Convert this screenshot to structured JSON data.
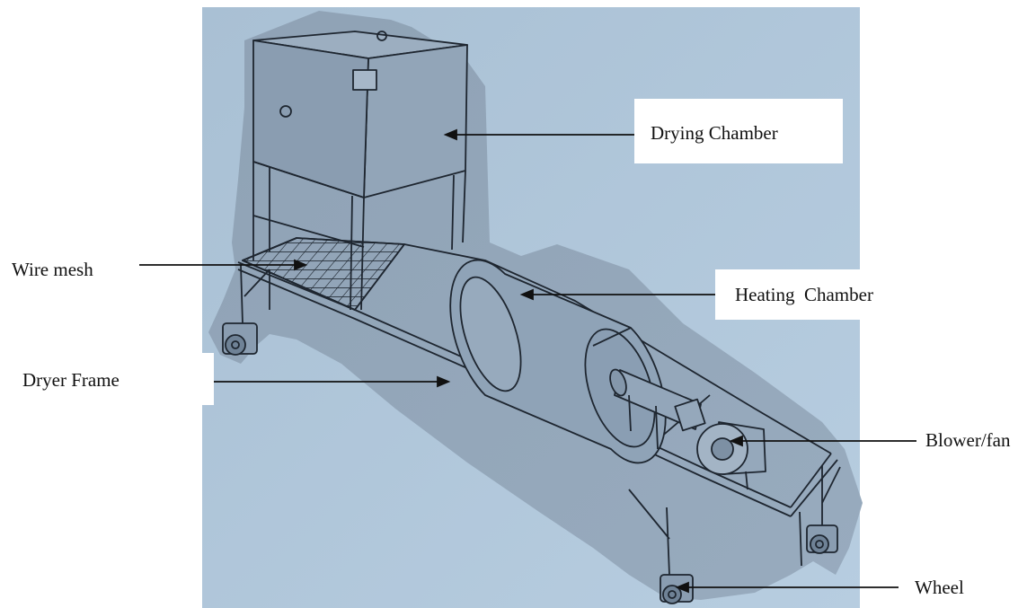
{
  "diagram": {
    "labels": {
      "drying_chamber": "Drying Chamber",
      "wire_mesh": "Wire mesh",
      "heating_chamber": "Heating  Chamber",
      "dryer_frame": "Dryer Frame",
      "blower_fan": "Blower/fan",
      "wheel": "Wheel"
    },
    "colors": {
      "photo_background": "#a9c1d6",
      "paper_cutout": "#8da0b3",
      "line_art": "#1e2630",
      "leader_line": "#111111",
      "label_text": "#111111"
    }
  }
}
